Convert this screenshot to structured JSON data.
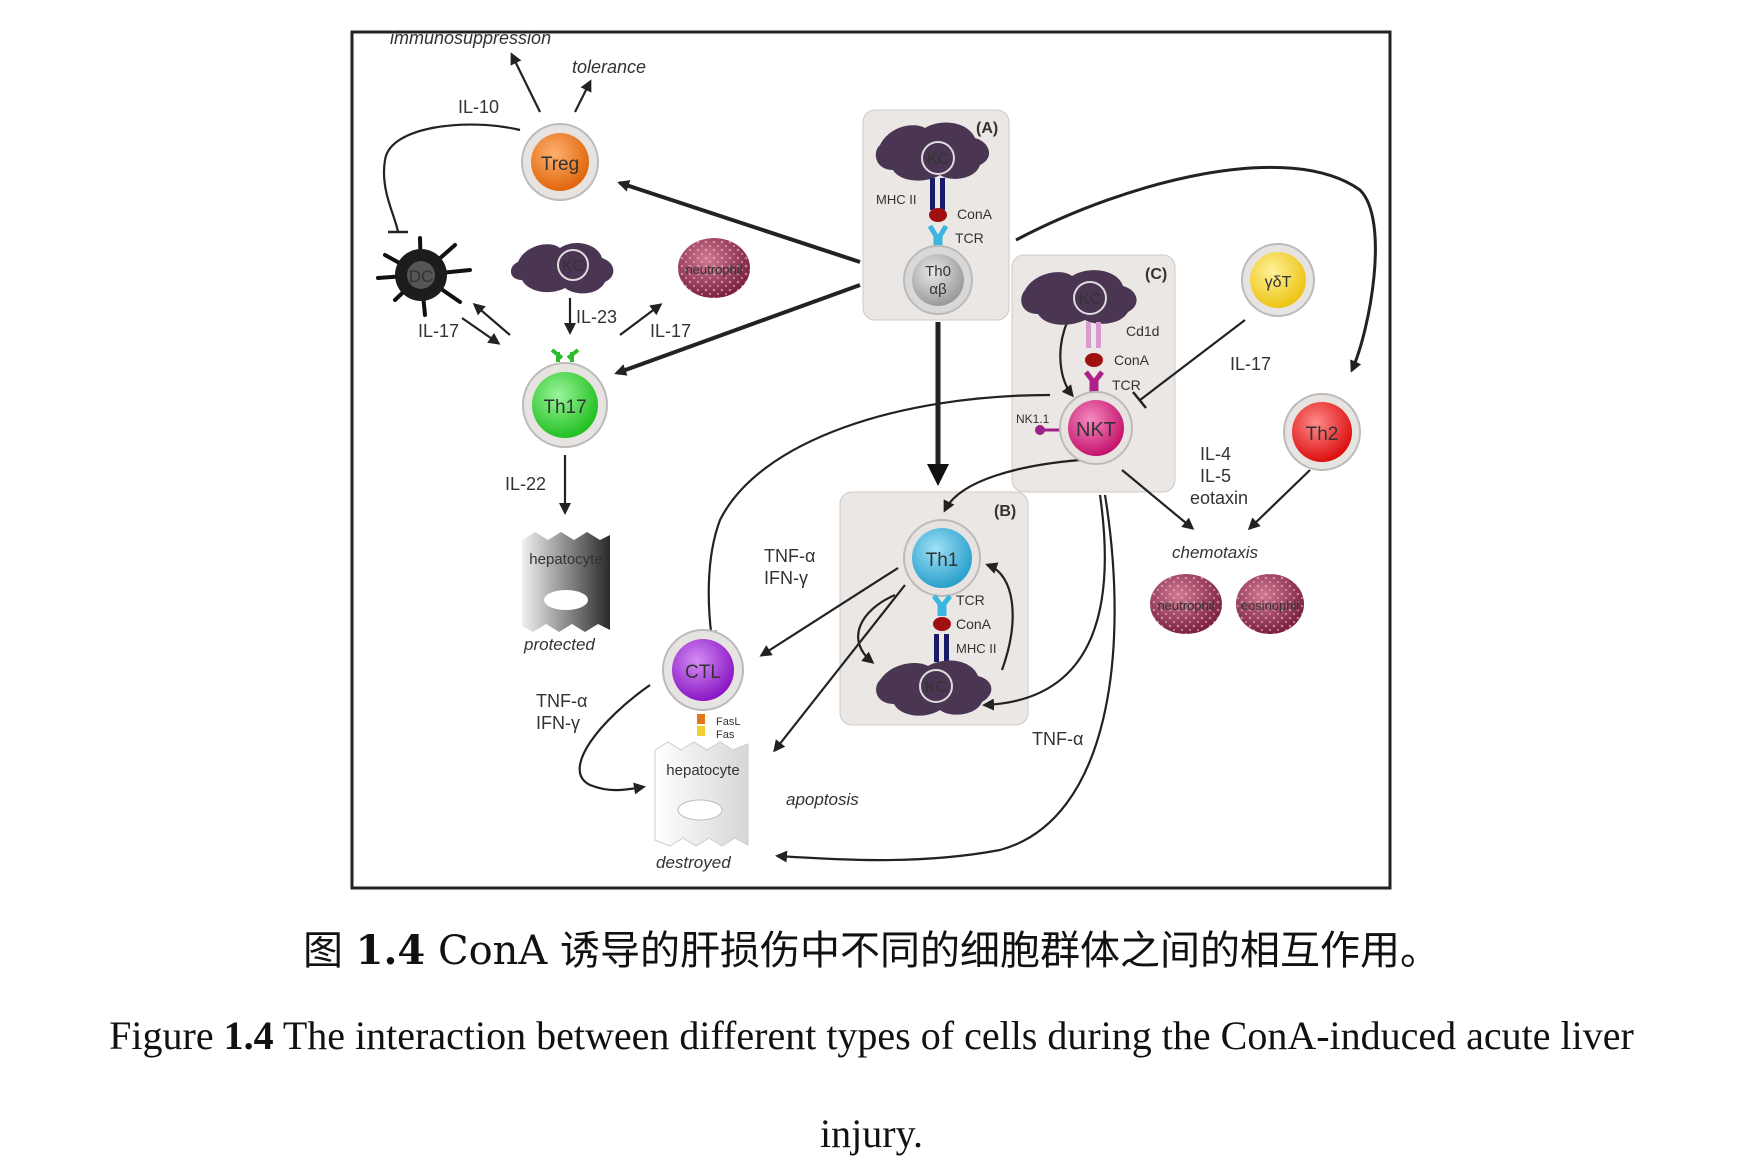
{
  "diagram": {
    "labels": {
      "immunosuppression": "immunosuppression",
      "tolerance": "tolerance",
      "il10": "IL-10",
      "treg": "Treg",
      "dc": "DC",
      "kc": "KC",
      "neutrophil": "neutrophil",
      "il23": "IL-23",
      "il17": "IL-17",
      "th17": "Th17",
      "il22": "IL-22",
      "hepatocyte": "hepatocyte",
      "protected": "protected",
      "panel_a": "(A)",
      "panel_b": "(B)",
      "panel_c": "(C)",
      "mhc2": "MHC II",
      "cona": "ConA",
      "tcr": "TCR",
      "th0": "Th0",
      "ab": "αβ",
      "cd1d": "Cd1d",
      "nk11": "NK1.1",
      "nkt": "NKT",
      "gdt": "γδT",
      "th2": "Th2",
      "il4": "IL-4",
      "il5": "IL-5",
      "eotaxin": "eotaxin",
      "chemotaxis": "chemotaxis",
      "eosinophil": "eosinophil",
      "th1": "Th1",
      "tnfa": "TNF-α",
      "ifng": "IFN-γ",
      "ctl": "CTL",
      "fasl": "FasL",
      "fas": "Fas",
      "apoptosis": "apoptosis",
      "destroyed": "destroyed"
    },
    "colors": {
      "treg": "#f07a1a",
      "th17": "#3bd23b",
      "th1": "#3ab0d6",
      "ctl": "#9a24d0",
      "nkt": "#d0207a",
      "th2": "#e81818",
      "gdt": "#f2d21a",
      "kc": "#4a3652",
      "cona": "#a01010",
      "panel": "#ebe7e4"
    }
  },
  "caption": {
    "zh_prefix": "图 ",
    "zh_num": "1.4",
    "zh_text": " ConA 诱导的肝损伤中不同的细胞群体之间的相互作用。",
    "en_prefix": "Figure ",
    "en_num": "1.4",
    "en_text": " The interaction between different types of cells during the ConA-induced acute liver",
    "en_text2": "injury."
  }
}
